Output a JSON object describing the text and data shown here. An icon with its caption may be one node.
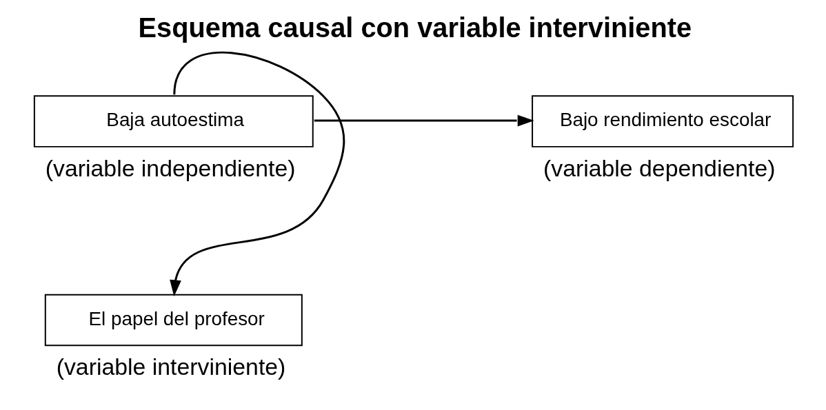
{
  "diagram": {
    "title": "Esquema causal con variable interviniente",
    "nodes": [
      {
        "text": [
          "Baja autoestima"
        ],
        "beside": [
          "(variable independiente)"
        ]
      },
      {
        "text": [
          "Bajo rendimiento escolar"
        ],
        "beside": [
          "(variable dependiente)"
        ]
      },
      {
        "text": [
          "El papel del profesor"
        ],
        "beside": [
          "(variable interviniente)"
        ]
      }
    ],
    "edges": [
      {
        "from": 0,
        "to": 1,
        "arrow": "to"
      },
      {
        "from": 0,
        "to": 2,
        "arrow": "to"
      }
    ]
  }
}
